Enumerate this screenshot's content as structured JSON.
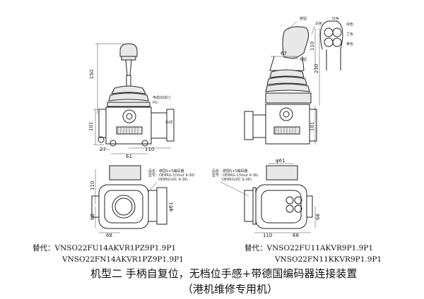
{
  "drawing": {
    "left_side_view": {
      "dims": [
        "150",
        "101",
        "27",
        "61",
        "110"
      ]
    },
    "right_side_view": {
      "dims": [
        "67",
        "110",
        "230",
        "101"
      ],
      "labels": [
        "按钮",
        "白色",
        "按钮"
      ]
    },
    "color_detail": {
      "labels": [
        "红色",
        "绿色",
        "兰色",
        "黄色"
      ]
    },
    "left_top_view": {
      "dims": [
        "110",
        "68",
        "68",
        "φ61"
      ]
    },
    "right_top_view": {
      "dims": [
        "φ61",
        "110",
        "68",
        "68"
      ]
    },
    "encoder_note": {
      "line1": "品名：德国S+S编码器",
      "line2": "型号：OE8RG-1(Vout 9-36)",
      "line3": "OE8RG(DC 9-36)"
    },
    "cable_note": {
      "line1": "电缆出线口",
      "line2": "PG",
      "line3": "出线"
    }
  },
  "captions": {
    "left_prefix": "替代：",
    "left_code1": "VNSO22FU14AKVR1PZ9P1.9P1",
    "left_code2": "VNSO22FN14AKVR1PZ9P1.9P1",
    "right_prefix": "替代：",
    "right_code1": "VNSO22FU11AKVR9P1.9P1",
    "right_code2": "VNSO22FN11KKVR9P1.9P1",
    "title": "机型二 手柄自复位，无档位手感+带德国编码器连接装置",
    "subtitle": "（港机维修专用机）"
  }
}
